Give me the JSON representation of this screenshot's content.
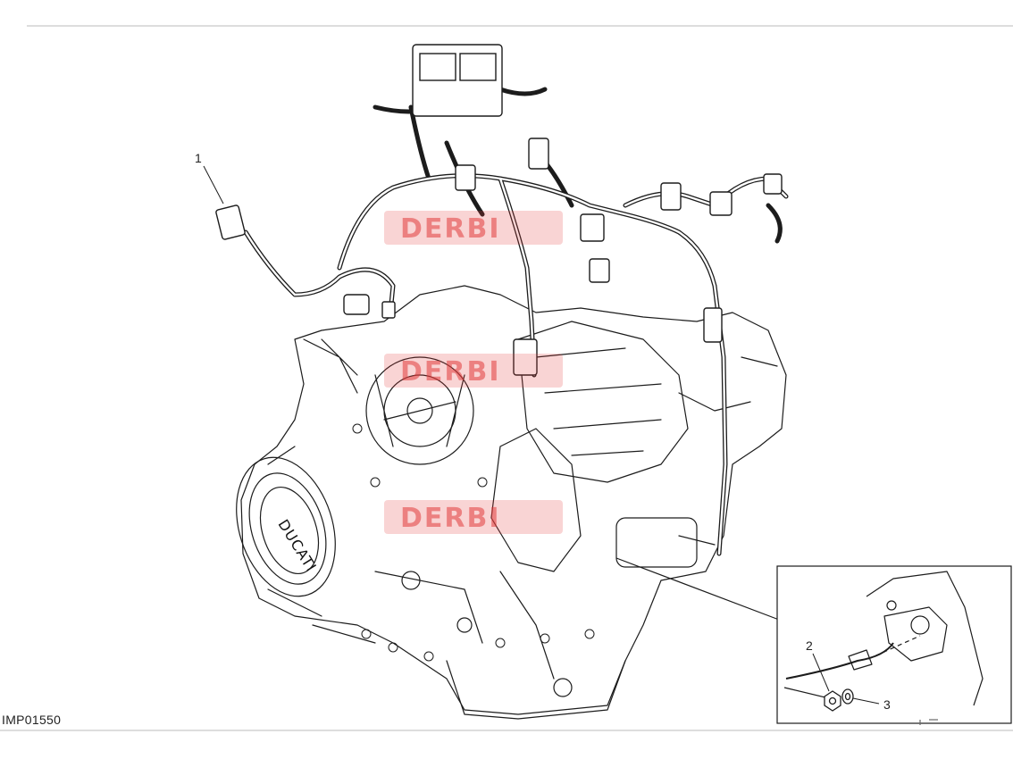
{
  "drawing_code": "IMP01550",
  "brand_mark": "DUCATI",
  "callouts": [
    {
      "number": "1",
      "part": "wiring-harness"
    },
    {
      "number": "2",
      "part": "nut"
    },
    {
      "number": "3",
      "part": "washer"
    }
  ],
  "watermark_text": "DERBI",
  "colors": {
    "line": "#1c1c1c",
    "watermark": "#e23b3b",
    "background": "#ffffff"
  }
}
